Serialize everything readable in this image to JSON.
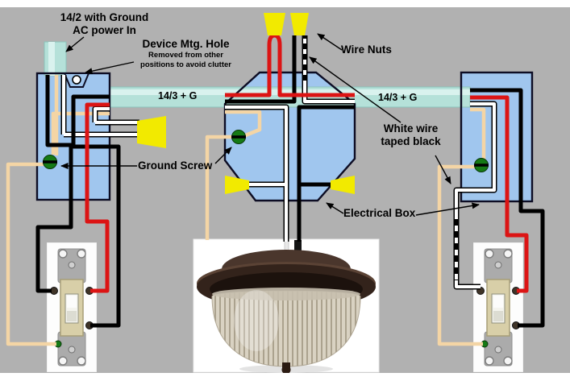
{
  "labels": {
    "ac_power_line1": "14/2 with Ground",
    "ac_power_line2": "AC power In",
    "device_hole_line1": "Device Mtg. Hole",
    "device_hole_line2": "Removed from other",
    "device_hole_line3": "positions to avoid clutter",
    "wire_nuts": "Wire Nuts",
    "cable_left": "14/3 + G",
    "cable_right": "14/3 + G",
    "white_taped_line1": "White wire",
    "white_taped_line2": "taped black",
    "ground_screw": "Ground Screw",
    "electrical_box": "Electrical Box"
  },
  "colors": {
    "background": "#b1b1b1",
    "margin": "#ffffff",
    "box_fill": "#a0c6ee",
    "box_stroke": "#0d0d24",
    "cable": "#b5e1d9",
    "cable_highlight": "#d9f2ee",
    "wire_nut": "#f2ea00",
    "ground_screw": "#157a15",
    "wire_black": "#000000",
    "wire_red": "#dc1414",
    "wire_white": "#ffffff",
    "wire_ground_bare": "#f4d5a5"
  },
  "components": {
    "left_box": "electrical-box",
    "center_box": "octagon-electrical-box",
    "right_box": "electrical-box",
    "left_switch": "3-way-toggle-switch",
    "right_switch": "3-way-toggle-switch",
    "fixture": "ceiling-light-fixture",
    "wire_nut_count": 5,
    "ground_screw_count": 3,
    "wire_colors_shown": [
      "black",
      "red",
      "white",
      "white-taped-black",
      "bare-ground"
    ]
  }
}
